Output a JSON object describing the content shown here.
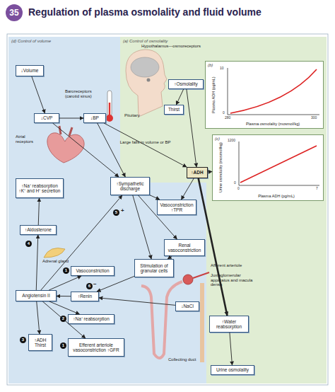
{
  "diagram": {
    "title": "Regulation of plasma osmolality and fluid volume",
    "nodes": [
      {
        "text": [
          "(d) Control of volume"
        ]
      },
      {
        "text": [
          "↓Volume"
        ],
        "in": 0
      },
      {
        "text": [
          "↓CVP"
        ],
        "in": 0
      },
      {
        "text": [
          "↓BP"
        ],
        "in": 0
      },
      {
        "text": [
          "(a) Control of osmolality"
        ]
      },
      {
        "text": [
          "↑Osmolality"
        ],
        "in": 4
      },
      {
        "text": [
          "Thirst"
        ],
        "in": 4
      },
      {
        "text": [
          "(b)",
          "Plasma ADH (pg/mL)",
          "Plasma osmolality (mosmol/kg)"
        ],
        "in": 4
      },
      {
        "text": [
          "(c)",
          "Urine osmolality (mosmol/kg)",
          "Plasma ADH (pg/mL)"
        ],
        "in": 4
      },
      {
        "text": [
          "↑ADH"
        ],
        "in": 4
      },
      {
        "text": [
          "↑Sympathetic discharge"
        ],
        "in": 0
      },
      {
        "text": [
          "Vasoconstriction ↑TPR"
        ],
        "in": 0
      },
      {
        "text": [
          "Renal vasoconstriction"
        ],
        "in": 0
      },
      {
        "text": [
          "Stimulation of granular cells"
        ],
        "in": 0
      },
      {
        "text": [
          "↓NaCl"
        ],
        "in": 0
      },
      {
        "text": [
          "↑Water reabsorption"
        ],
        "in": 4
      },
      {
        "text": [
          "Urine osmolality"
        ],
        "in": 4
      },
      {
        "text": [
          "↑Na⁺ reabsorption ↑K⁺ and H⁺ secretion"
        ],
        "in": 0
      },
      {
        "text": [
          "↑Aldosterone"
        ],
        "in": 0
      },
      {
        "text": [
          "Angiotensin II"
        ],
        "in": 0
      },
      {
        "text": [
          "Vasoconstriction"
        ],
        "in": 0
      },
      {
        "text": [
          "↑Renin"
        ],
        "in": 0
      },
      {
        "text": [
          "↑Na⁺ reabsorption"
        ],
        "in": 0
      },
      {
        "text": [
          "↑ADH Thirst"
        ],
        "in": 0
      },
      {
        "text": [
          "Efferent arteriole vasoconstriction ↑GFR"
        ],
        "in": 0
      }
    ],
    "edges": [
      {
        "from": 1,
        "to": 2,
        "arrow": "to"
      },
      {
        "from": 2,
        "to": 3,
        "arrow": "to"
      },
      {
        "from": 3,
        "to": 10,
        "arrow": "to"
      },
      {
        "from": 2,
        "to": 10,
        "arrow": "to"
      },
      {
        "from": 3,
        "to": 9,
        "label": "Large falls in volume or BP",
        "arrow": "to"
      },
      {
        "from": 5,
        "to": 6,
        "arrow": "to"
      },
      {
        "from": 5,
        "to": 9,
        "arrow": "to"
      },
      {
        "from": 9,
        "to": 8,
        "arrow": "to"
      },
      {
        "from": 9,
        "to": 15,
        "arrow": "to"
      },
      {
        "from": 9,
        "to": 11,
        "arrow": "to"
      },
      {
        "from": 10,
        "to": 11,
        "arrow": "to"
      },
      {
        "from": 10,
        "to": 12,
        "arrow": "to"
      },
      {
        "from": 10,
        "to": 13,
        "arrow": "to"
      },
      {
        "from": 12,
        "to": 13,
        "arrow": "to"
      },
      {
        "from": 13,
        "to": 21,
        "arrow": "to"
      },
      {
        "from": 14,
        "to": 21,
        "arrow": "to"
      },
      {
        "from": 21,
        "to": 19,
        "arrow": "to"
      },
      {
        "from": 19,
        "to": 20,
        "arrow": "to"
      },
      {
        "from": 19,
        "to": 22,
        "arrow": "to"
      },
      {
        "from": 19,
        "to": 23,
        "arrow": "to"
      },
      {
        "from": 19,
        "to": 24,
        "arrow": "to"
      },
      {
        "from": 19,
        "to": 18,
        "arrow": "to"
      },
      {
        "from": 18,
        "to": 17,
        "arrow": "to"
      },
      {
        "from": 19,
        "to": 10,
        "arrow": "to"
      },
      {
        "from": 15,
        "to": 16,
        "arrow": "to"
      }
    ],
    "labels": [
      "35",
      "Baroreceptors (carotid sinus)",
      "Atrial receptors",
      "Hypothalamus—osmoreceptors",
      "Pituitary",
      "0",
      "10",
      "280",
      "300",
      "0",
      "1200",
      "0",
      "7",
      "5",
      "+",
      "4",
      "Adrenal gland",
      "1",
      "6",
      "−",
      "2",
      "3",
      "1",
      "Afferent arteriole",
      "Juxtaglomerular apparatus and macula densa",
      "Collecting duct"
    ]
  }
}
